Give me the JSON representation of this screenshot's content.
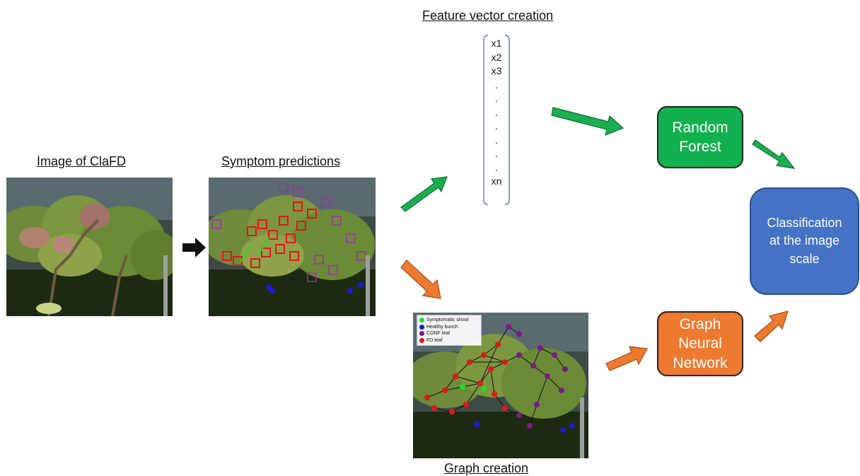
{
  "labels": {
    "image": "Image of ClaFD",
    "symptoms": "Symptom predictions",
    "feature": "Feature vector creation",
    "graph": "Graph creation"
  },
  "vector": [
    "x1",
    "x2",
    "x3",
    ".",
    ".",
    ".",
    ".",
    ".",
    ".",
    ".",
    "xn"
  ],
  "boxes": {
    "random_forest": "Random\nForest",
    "gnn": "Graph\nNeural\nNetwork",
    "classification": "Classification\nat the image\nscale"
  },
  "legend": [
    {
      "label": "Symptomatic shoot",
      "color": "#22dd22"
    },
    {
      "label": "Healthy bunch",
      "color": "#1a1acc"
    },
    {
      "label": "CONF leaf",
      "color": "#7a1a8a"
    },
    {
      "label": "FD leaf",
      "color": "#e01818"
    }
  ],
  "colors": {
    "green_box": "#12b04e",
    "orange_box": "#ee7a30",
    "blue_box": "#4472c4",
    "green_arrow": "#1aaf50",
    "orange_arrow": "#ee7a30"
  }
}
